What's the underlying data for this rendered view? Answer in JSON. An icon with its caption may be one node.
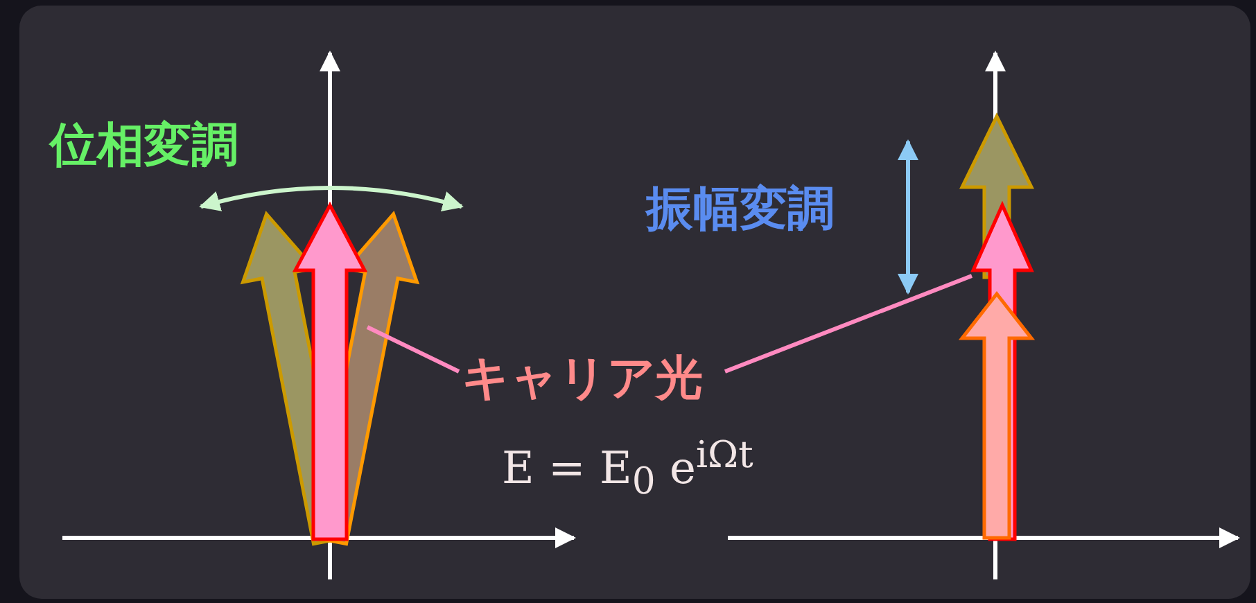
{
  "diagram": {
    "nodes": [
      {
        "text": [
          "キャリア光"
        ]
      },
      {
        "text": [],
        "shape": "arrow"
      },
      {
        "text": [],
        "shape": "arrow"
      }
    ],
    "edges": [
      {
        "from": 0,
        "to": 1,
        "arrow": "none"
      },
      {
        "from": 0,
        "to": 2,
        "arrow": "none"
      }
    ],
    "labels": [
      "位相変調",
      "振幅変調",
      "E = E$_{0}$ e$^{iΩt}$"
    ]
  }
}
